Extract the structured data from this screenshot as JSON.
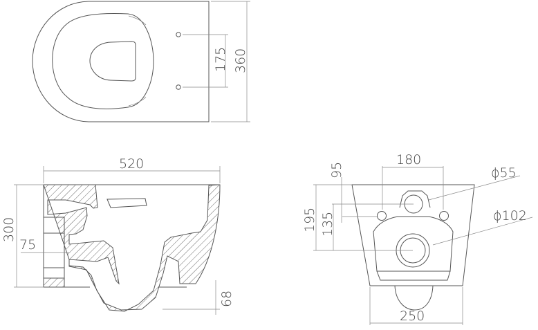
{
  "drawing": {
    "subject": "Wall-hung toilet technical drawing",
    "views": {
      "top": {
        "dimensions": {
          "bolt_spacing": "175",
          "depth": "360"
        }
      },
      "side_section": {
        "dimensions": {
          "length": "520",
          "height": "300",
          "outlet_offset": "75",
          "bottom_drop": "68"
        }
      },
      "rear": {
        "dimensions": {
          "bolt_spacing": "180",
          "inlet_diameter": "ϕ55",
          "outlet_diameter": "ϕ102",
          "bolt_height": "95",
          "outlet_height": "195",
          "inlet_height": "135",
          "width": "250"
        }
      }
    }
  }
}
